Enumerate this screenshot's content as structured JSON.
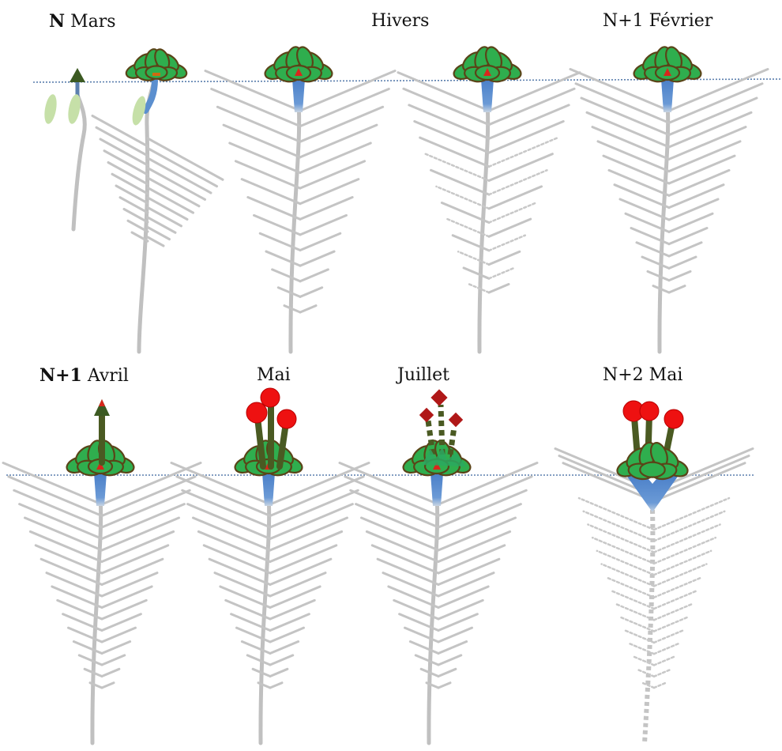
{
  "labels": [
    {
      "bold": "N",
      "text": " Mars"
    },
    {
      "bold": "",
      "text": "Hivers"
    },
    {
      "bold": "",
      "text": "N+1  Février"
    },
    {
      "bold": "N+1",
      "text": "  Avril"
    },
    {
      "bold": "",
      "text": "Mai"
    },
    {
      "bold": "",
      "text": "Juillet"
    },
    {
      "bold": "",
      "text": "N+2  Mai"
    }
  ],
  "colors": {
    "root": "#c4c4c4",
    "taproot": "#c0c0c0",
    "collar": "#5b8fcf",
    "leaf_fill": "#2fae4e",
    "leaf_stroke": "#5a4418",
    "bud": "#d9261c",
    "stem": "#4a5a22",
    "flower": "#ee1111",
    "seed": "#b01818",
    "cotyledon": "#c6e0a8",
    "soil_line": "#5b7fae"
  }
}
